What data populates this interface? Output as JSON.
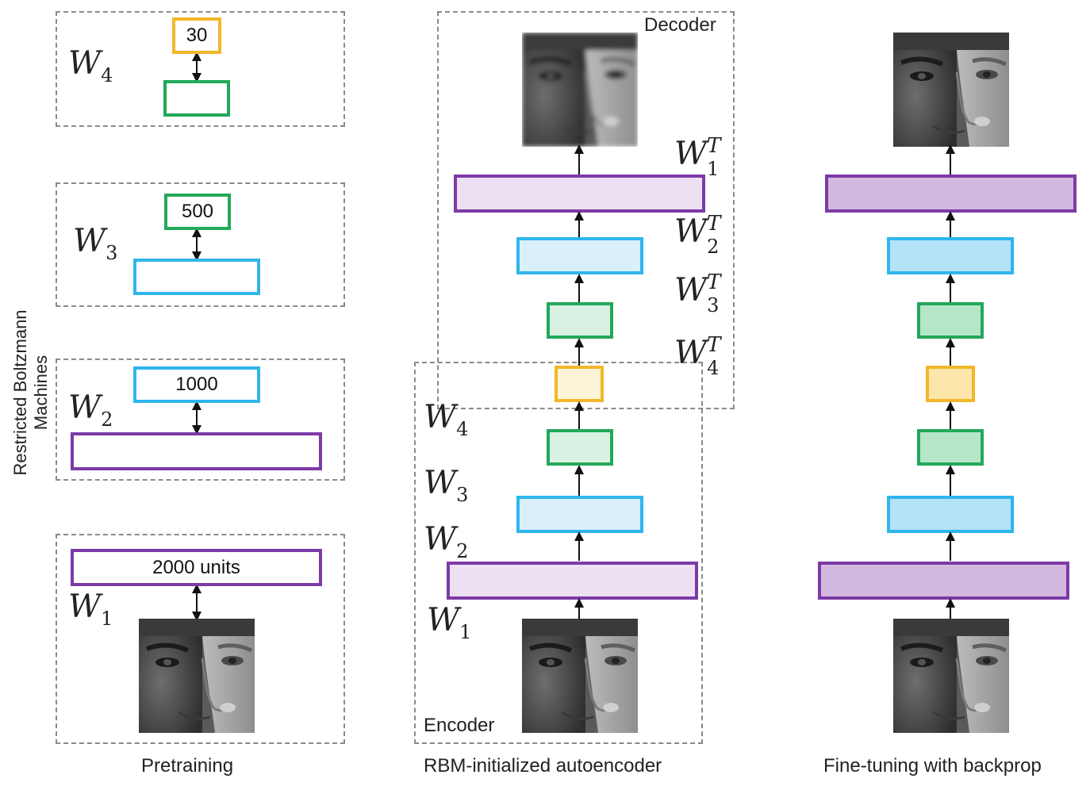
{
  "side_title": "Restricted Boltzmann Machines",
  "captions": {
    "pretraining": "Pretraining",
    "rbm_autoencoder": "RBM-initialized autoencoder",
    "finetuning": "Fine-tuning with backprop"
  },
  "pretraining": {
    "rbm4": {
      "weight": "W",
      "sub": "4",
      "top_units": "30"
    },
    "rbm3": {
      "weight": "W",
      "sub": "3",
      "top_units": "500"
    },
    "rbm2": {
      "weight": "W",
      "sub": "2",
      "top_units": "1000"
    },
    "rbm1": {
      "weight": "W",
      "sub": "1",
      "top_units": "2000 units"
    }
  },
  "autoencoder": {
    "decoder_label": "Decoder",
    "encoder_label": "Encoder",
    "decoder_weights": [
      {
        "w": "W",
        "sup": "T",
        "sub": "1"
      },
      {
        "w": "W",
        "sup": "T",
        "sub": "2"
      },
      {
        "w": "W",
        "sup": "T",
        "sub": "3"
      },
      {
        "w": "W",
        "sup": "T",
        "sub": "4"
      }
    ],
    "encoder_weights": [
      {
        "w": "W",
        "sub": "4"
      },
      {
        "w": "W",
        "sub": "3"
      },
      {
        "w": "W",
        "sub": "2"
      },
      {
        "w": "W",
        "sub": "1"
      }
    ]
  },
  "colors": {
    "purple": "#7b3aa6",
    "blue": "#2fb6ec",
    "green": "#23a85a",
    "yellow": "#f2b72a"
  }
}
